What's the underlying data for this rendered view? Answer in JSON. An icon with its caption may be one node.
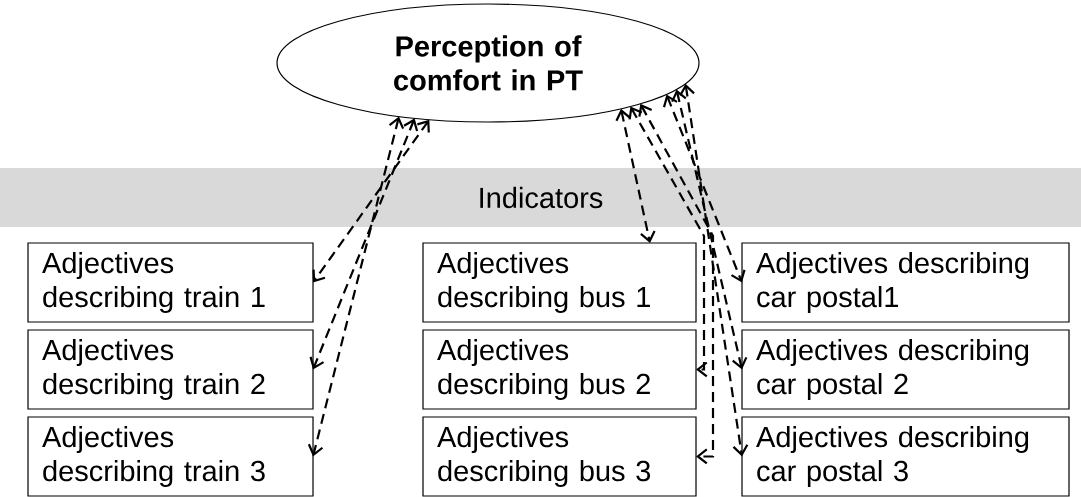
{
  "diagram": {
    "nodes": [
      {
        "text": [
          "Perception of comfort in PT"
        ]
      },
      {
        "text": [
          "Adjectives describing train 1"
        ]
      },
      {
        "text": [
          "Adjectives describing bus 1"
        ]
      },
      {
        "text": [
          "Adjectives describing car postal1"
        ]
      },
      {
        "text": [
          "Adjectives describing train 2"
        ]
      },
      {
        "text": [
          "Adjectives describing bus 2"
        ]
      },
      {
        "text": [
          "Adjectives describing car postal 2"
        ]
      },
      {
        "text": [
          "Adjectives describing train 3"
        ]
      },
      {
        "text": [
          "Adjectives describing bus 3"
        ]
      },
      {
        "text": [
          "Adjectives describing car postal 3"
        ]
      }
    ],
    "edges": [
      {
        "from": 0,
        "to": 1,
        "arrow": "both",
        "style": "dashed"
      },
      {
        "from": 0,
        "to": 2,
        "arrow": "both",
        "style": "dashed"
      },
      {
        "from": 0,
        "to": 3,
        "arrow": "both",
        "style": "dashed"
      },
      {
        "from": 0,
        "to": 4,
        "arrow": "both",
        "style": "dashed"
      },
      {
        "from": 0,
        "to": 5,
        "arrow": "both",
        "style": "dashed"
      },
      {
        "from": 0,
        "to": 6,
        "arrow": "both",
        "style": "dashed"
      },
      {
        "from": 0,
        "to": 7,
        "arrow": "both",
        "style": "dashed"
      },
      {
        "from": 0,
        "to": 8,
        "arrow": "both",
        "style": "dashed"
      },
      {
        "from": 0,
        "to": 9,
        "arrow": "both",
        "style": "dashed"
      }
    ],
    "labels": [
      "Indicators"
    ]
  }
}
